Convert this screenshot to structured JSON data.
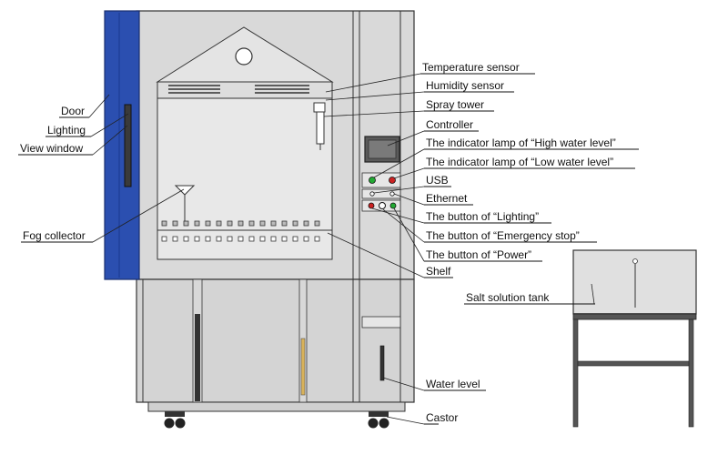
{
  "labels": {
    "temperature_sensor": "Temperature sensor",
    "humidity_sensor": "Humidity sensor",
    "spray_tower": "Spray tower",
    "controller": "Controller",
    "high_water_lamp": "The indicator lamp of “High water level”",
    "low_water_lamp": "The indicator lamp of “Low water level”",
    "usb": "USB",
    "ethernet": "Ethernet",
    "lighting_button": "The button of “Lighting”",
    "emergency_button": "The button of “Emergency stop”",
    "power_button": "The button of “Power”",
    "shelf": "Shelf",
    "salt_tank": "Salt solution tank",
    "water_level": "Water level",
    "castor": "Castor",
    "door": "Door",
    "lighting": "Lighting",
    "view_window": "View window",
    "fog_collector": "Fog collector"
  },
  "colors": {
    "door_blue": "#2b4fb0",
    "cabinet_gray": "#d9d9d9",
    "lamp_green": "#22aa33",
    "lamp_red": "#cc2222"
  }
}
